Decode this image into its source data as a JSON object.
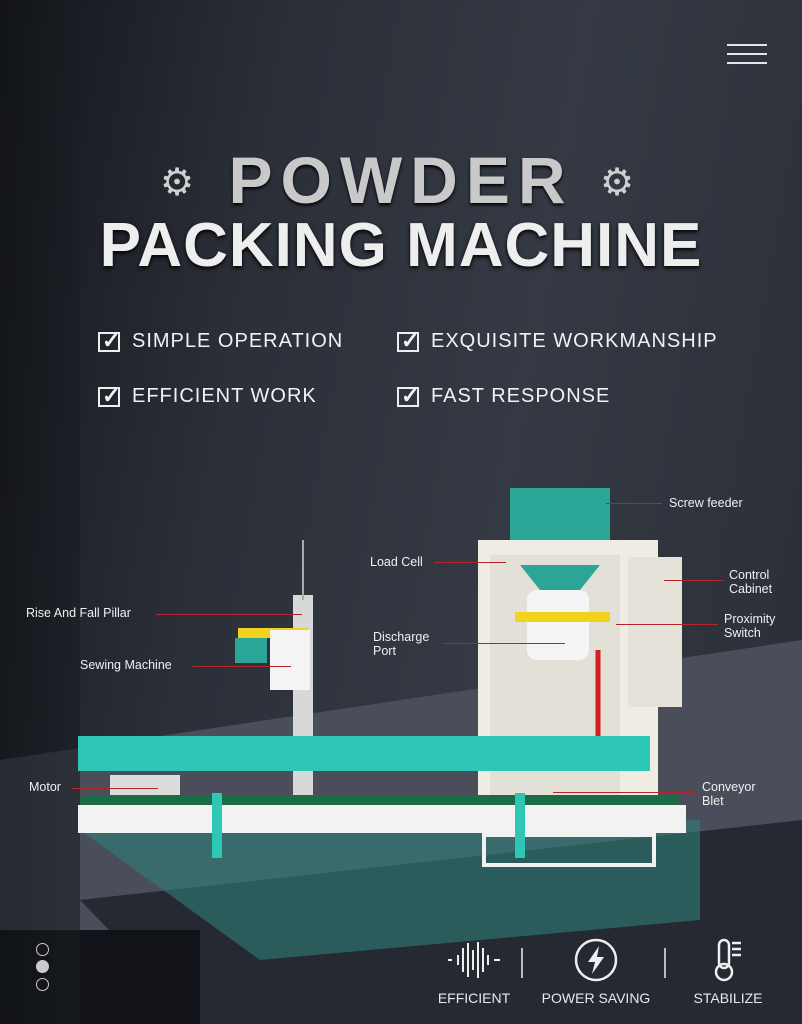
{
  "header": {
    "menu_icon": "hamburger-menu-icon",
    "title_line1": "POWDER",
    "title_line2": "PACKING MACHINE",
    "gear_icon": "gear-icon"
  },
  "features": [
    {
      "label": "SIMPLE OPERATION"
    },
    {
      "label": "EXQUISITE WORKMANSHIP"
    },
    {
      "label": "EFFICIENT WORK"
    },
    {
      "label": "FAST RESPONSE"
    }
  ],
  "callouts": {
    "screw_feeder": "Screw feeder",
    "load_cell": "Load Cell",
    "control_cabinet": "Control Cabinet",
    "proximity_switch": "Proximity Switch",
    "rise_fall_pillar": "Rise And Fall Pillar",
    "discharge_port": "Discharge Port",
    "sewing_machine": "Sewing Machine",
    "motor": "Motor",
    "conveyor_belt": "Conveyor Blet"
  },
  "pager": {
    "count": 3,
    "active_index": 1
  },
  "bottom_icons": [
    {
      "label": "EFFICIENT",
      "icon": "sound-wave-icon"
    },
    {
      "label": "POWER SAVING",
      "icon": "lightning-icon"
    },
    {
      "label": "STABILIZE",
      "icon": "thermometer-icon"
    }
  ],
  "colors": {
    "teal": "#2dbfae",
    "accent_red": "#c0262a",
    "background": "#2b2f38"
  }
}
